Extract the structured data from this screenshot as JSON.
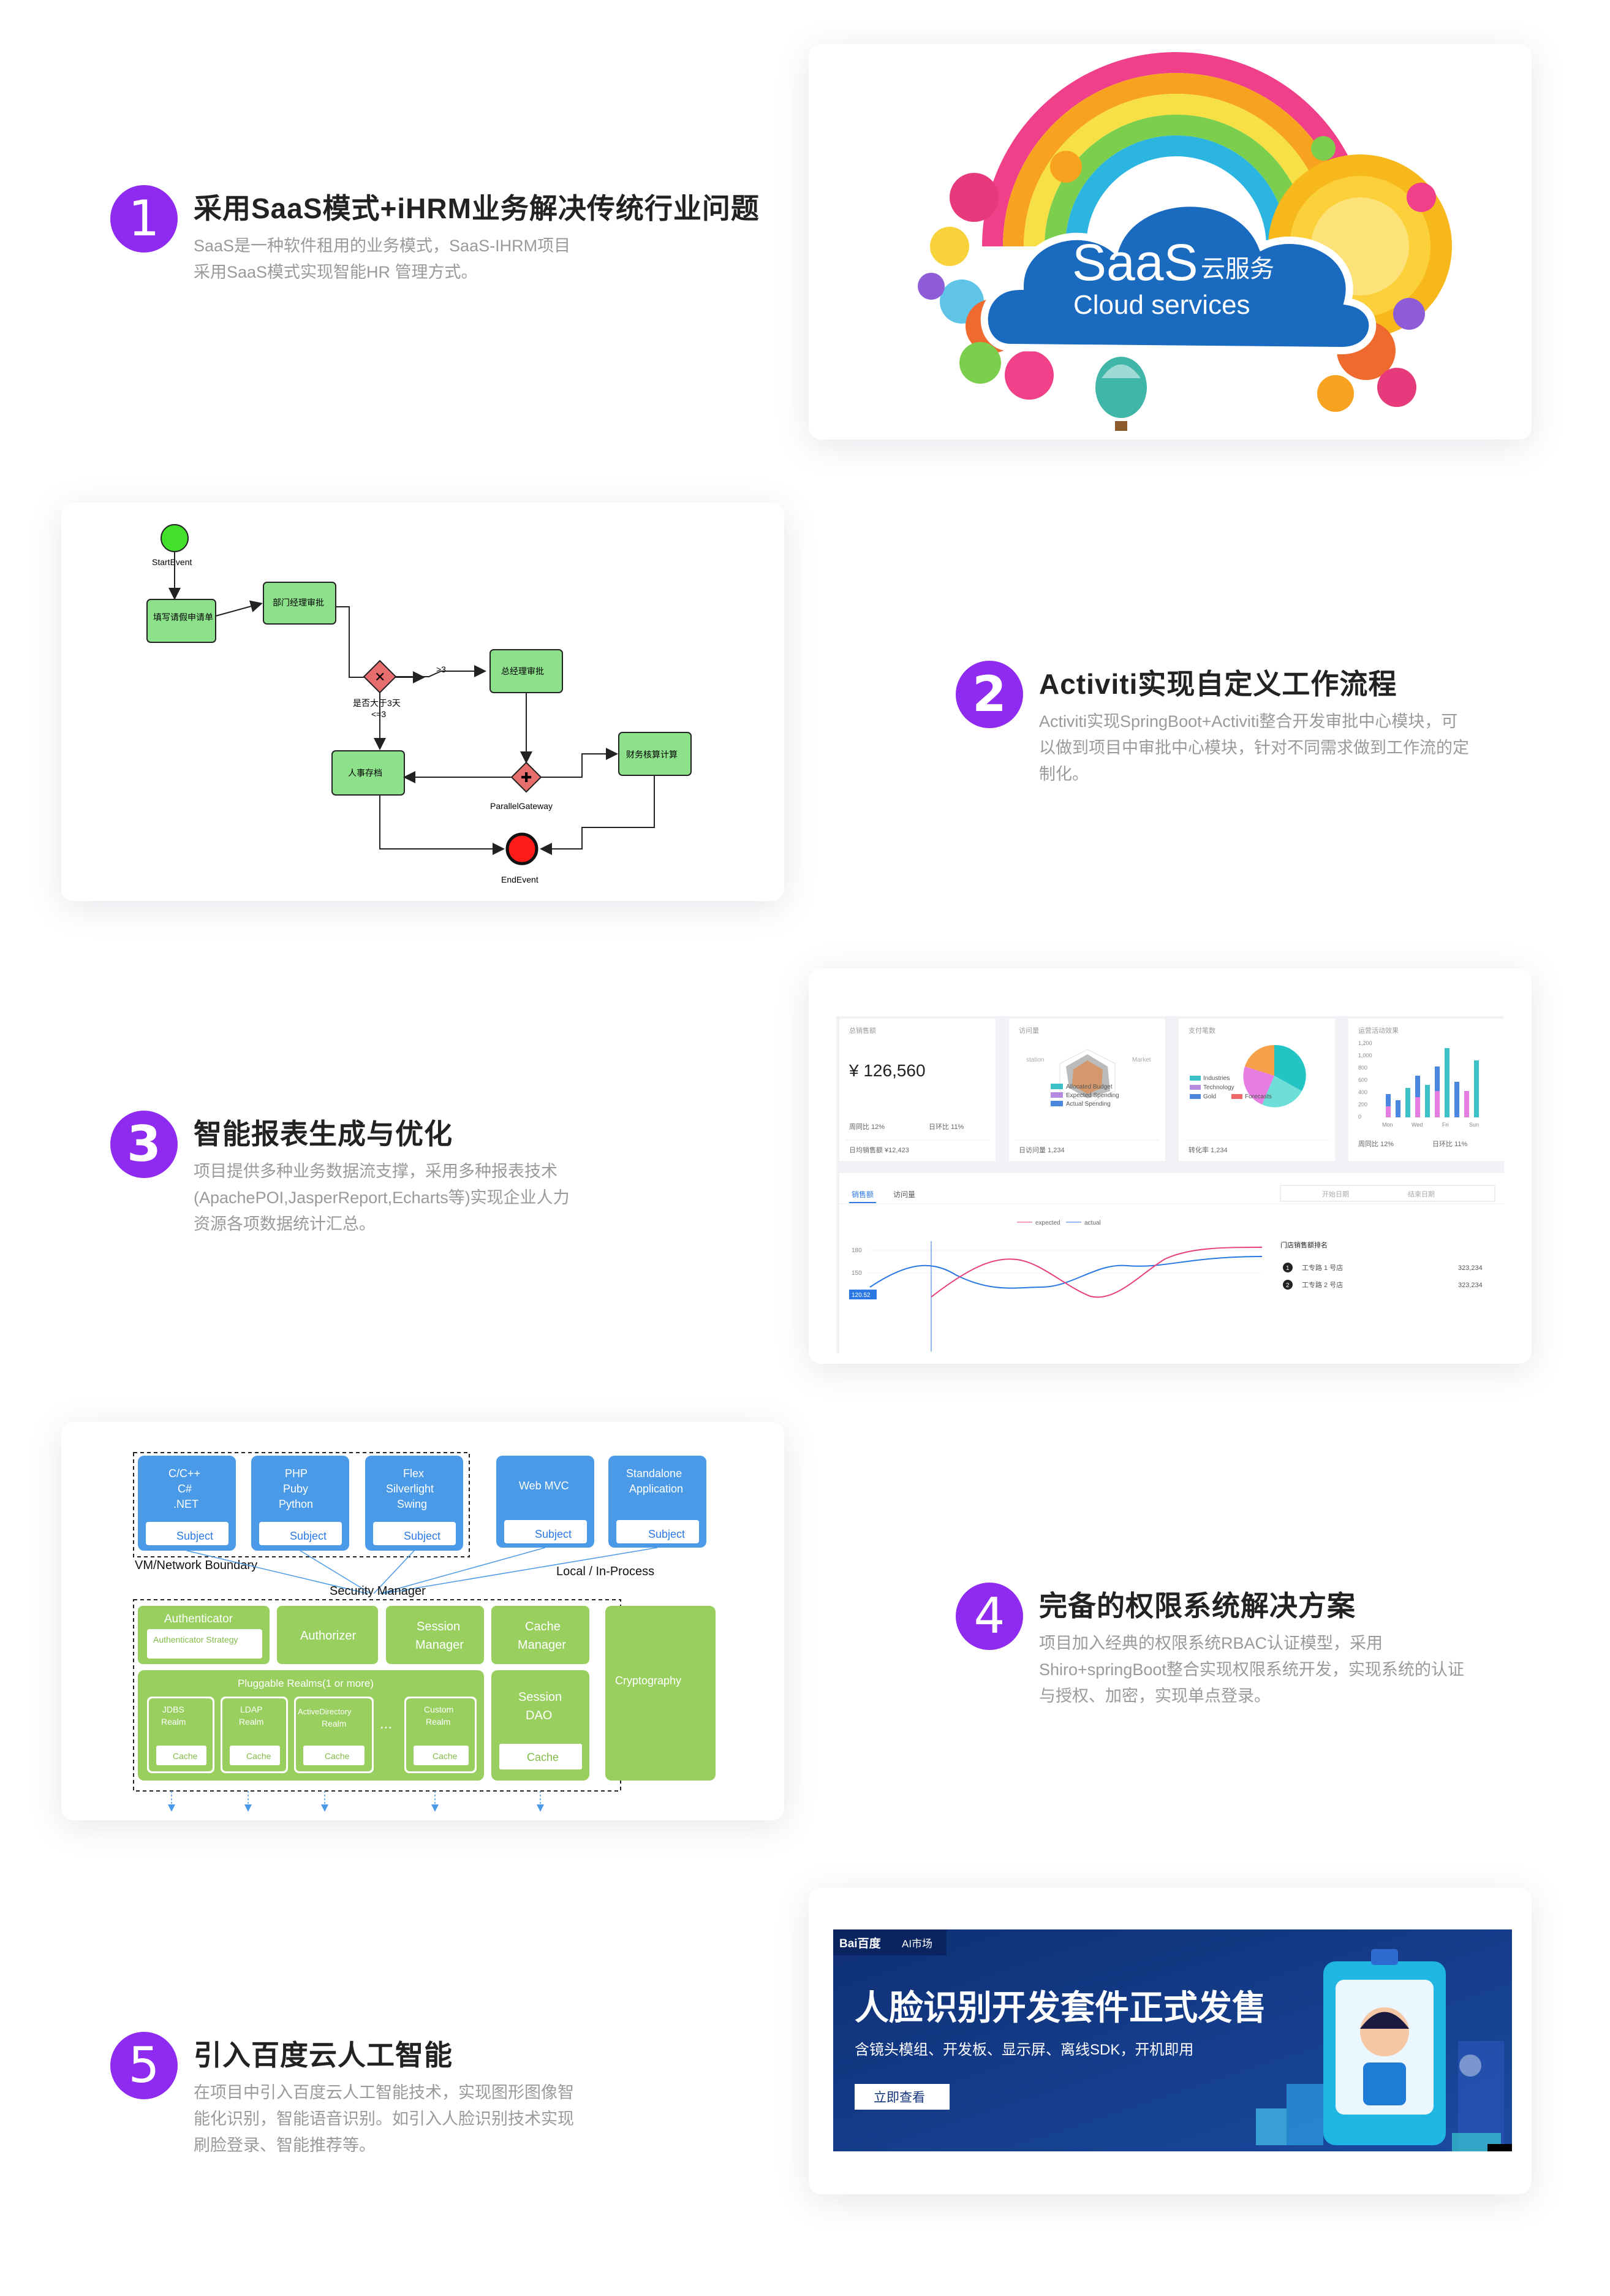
{
  "features": [
    {
      "number": "1",
      "title": "采用SaaS模式+iHRM业务解决传统行业问题",
      "desc": [
        "SaaS是一种软件租用的业务模式，SaaS-IHRM项目",
        "采用SaaS模式实现智能HR 管理方式。"
      ]
    },
    {
      "number": "2",
      "title": "Activiti实现自定义工作流程",
      "desc": [
        "Activiti实现SpringBoot+Activiti整合开发审批中心模块，可",
        "以做到项目中审批中心模块，针对不同需求做到工作流的定",
        "制化。"
      ]
    },
    {
      "number": "3",
      "title": "智能报表生成与优化",
      "desc": [
        "项目提供多种业务数据流支撑，采用多种报表技术",
        "(ApachePOI,JasperReport,Echarts等)实现企业人力",
        "资源各项数据统计汇总。"
      ]
    },
    {
      "number": "4",
      "title": "完备的权限系统解决方案",
      "desc": [
        "项目加入经典的权限系统RBAC认证模型，采用",
        "Shiro+springBoot整合实现权限系统开发，实现系统的认证",
        "与授权、加密，实现单点登录。"
      ]
    },
    {
      "number": "5",
      "title": "引入百度云人工智能",
      "desc": [
        "在项目中引入百度云人工智能技术，实现图形图像智",
        "能化识别，智能语音识别。如引入人脸识别技术实现",
        "刷脸登录、智能推荐等。"
      ]
    }
  ],
  "saas_image": {
    "main": "SaaS",
    "cn": "云服务",
    "en": "Cloud services"
  },
  "workflow": {
    "start": "StartEvent",
    "apply": "填写请假申请单",
    "dept": "部门经理审批",
    "gateway_q": "是否大于3天",
    "lt3": "<=3",
    "gt3": ">3",
    "gm": "总经理审批",
    "hr": "人事存档",
    "parallel": "ParallelGateway",
    "finance": "财务核算计算",
    "end": "EndEvent"
  },
  "dashboard": {
    "card1_label": "总销售额",
    "card1_value": "¥ 126,560",
    "card1_week": "周同比 12%",
    "card1_day": "日环比 11%",
    "card1_foot": "日均销售额  ¥12,423",
    "card2_label": "访问量",
    "card2_station": "station",
    "card2_market": "Market",
    "card2_legend": [
      "Allocated Budget",
      "Expected Spending",
      "Actual Spending"
    ],
    "card2_foot": "日访问量  1,234",
    "card3_label": "支付笔数",
    "card3_legend": [
      "Industries",
      "Technology",
      "Gold",
      "Forecasts"
    ],
    "card3_foot": "转化率  1,234",
    "card4_label": "运营活动效果",
    "card4_y": [
      "1,200",
      "1,000",
      "800",
      "600",
      "400",
      "200",
      "0"
    ],
    "card4_x": [
      "Mon",
      "Wed",
      "Fri",
      "Sun"
    ],
    "card4_week": "周同比 12%",
    "card4_day": "日环比 11%",
    "tab_sales": "销售额",
    "tab_visits": "访问量",
    "date_start": "开始日期",
    "date_end": "结束日期",
    "legend_expected": "expected",
    "legend_actual": "actual",
    "y_180": "180",
    "y_150": "150",
    "y_tip": "120.52",
    "rank_title": "门店销售额排名",
    "rank": [
      {
        "no": "1",
        "name": "工专路 1 号店",
        "value": "323,234"
      },
      {
        "no": "2",
        "name": "工专路 2 号店",
        "value": "323,234"
      }
    ]
  },
  "shiro": {
    "clients": [
      {
        "lines": [
          "C/C++",
          "C#",
          ".NET"
        ],
        "subject": "Subject"
      },
      {
        "lines": [
          "PHP",
          "Puby",
          "Python"
        ],
        "subject": "Subject"
      },
      {
        "lines": [
          "Flex",
          "Silverlight",
          "Swing"
        ],
        "subject": "Subject"
      },
      {
        "lines": [
          "Web MVC"
        ],
        "subject": "Subject"
      },
      {
        "lines": [
          "Standalone",
          "Application"
        ],
        "subject": "Subject"
      }
    ],
    "vm_boundary": "VM/Network Boundary",
    "local": "Local / In-Process",
    "security_manager": "Security Manager",
    "authenticator": "Authenticator",
    "auth_strategy": "Authenticator Strategy",
    "authorizer": "Authorizer",
    "session_manager": [
      "Session",
      "Manager"
    ],
    "cache_manager": [
      "Cache",
      "Manager"
    ],
    "cryptography": "Cryptography",
    "pluggable": "Pluggable Realms(1 or more)",
    "realms": [
      {
        "lines": [
          "JDBS",
          "Realm"
        ],
        "cache": "Cache"
      },
      {
        "lines": [
          "LDAP",
          "Realm"
        ],
        "cache": "Cache"
      },
      {
        "lines": [
          "ActiveDirectory",
          "Realm"
        ],
        "cache": "Cache"
      },
      {
        "lines": [
          "Custom",
          "Realm"
        ],
        "cache": "Cache"
      }
    ],
    "ellipsis": "...",
    "session_dao": [
      "Session",
      "DAO"
    ],
    "session_dao_cache": "Cache"
  },
  "baidu": {
    "logo": "Bai百度",
    "market": "AI市场",
    "headline": "人脸识别开发套件正式发售",
    "sub": "含镜头模组、开发板、显示屏、离线SDK，开机即用",
    "button": "立即查看"
  },
  "colors": {
    "accent": "#8f2bf0",
    "shiro_blue": "#4a9ae8",
    "shiro_green": "#98cf5e",
    "baidu_bg": "#14347e"
  }
}
